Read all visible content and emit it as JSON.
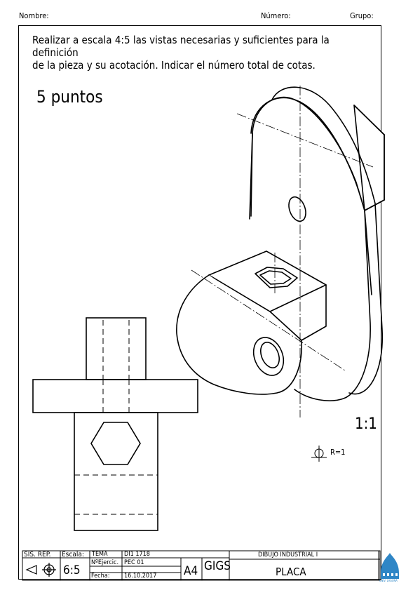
{
  "header": {
    "nombre": "Nombre:",
    "numero": "Número:",
    "grupo": "Grupo:"
  },
  "instructions": {
    "line1": "Realizar a escala 4:5 las vistas necesarias y suficientes para la",
    "line2": "definición",
    "line3": "de la pieza y su acotación. Indicar el número total de cotas."
  },
  "points": "5 puntos",
  "drawing_scale": "1:1",
  "roughness_label": "R=1",
  "title_block": {
    "sis_rep": "SIS. REP.",
    "escala_label": "Escala:",
    "escala_value": "6:5",
    "tema_label": "TEMA",
    "tema_value": "DI1 1718",
    "ejercicio_label": "NºEjercic.",
    "ejercicio_value": "PEC 01",
    "fecha_label": "Fecha:",
    "fecha_value": "16.10.2017",
    "format": "A4",
    "code": "GIGS",
    "course": "DIBUJO INDUSTRIAL I",
    "piece": "PLACA",
    "logo_caption": "UNIV. LAGUNA"
  }
}
